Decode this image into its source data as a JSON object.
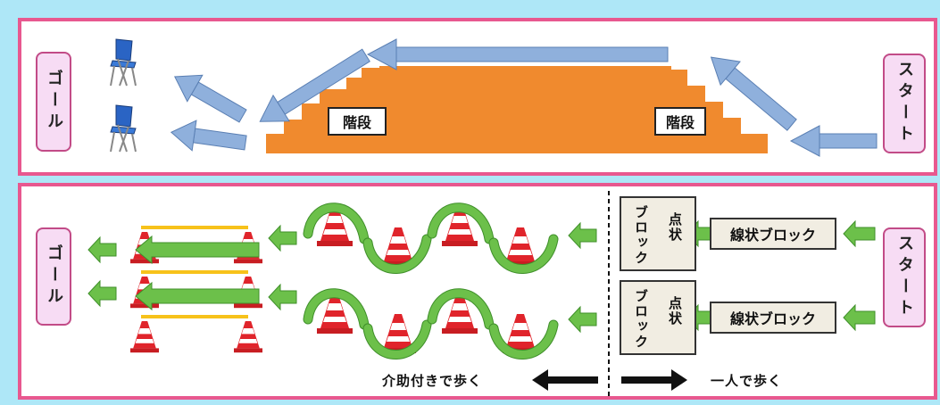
{
  "top": {
    "goal_label": "ゴール",
    "start_label": "スタート",
    "stairs_left_label": "階段",
    "stairs_right_label": "階段"
  },
  "bottom": {
    "goal_label": "ゴール",
    "start_label": "スタート",
    "rows": [
      {
        "dot_block": "点状",
        "block_side": "ブロック",
        "line_block": "線状ブロック"
      },
      {
        "dot_block": "点状",
        "block_side": "ブロック",
        "line_block": "線状ブロック"
      }
    ],
    "assisted_caption": "介助付きで歩く",
    "alone_caption": "一人で歩く"
  },
  "colors": {
    "background": "#aee7f7",
    "panel_border": "#e8588f",
    "stairs": "#f08a2e",
    "blue_arrow": "#8fb0dc",
    "green_arrow": "#6cc04a",
    "cone_red": "#e0242b",
    "hurdle_bar": "#f7c21a"
  },
  "icons": [
    "folding-chair-icon",
    "traffic-cone-icon",
    "hurdle-icon",
    "arrow-icon"
  ]
}
